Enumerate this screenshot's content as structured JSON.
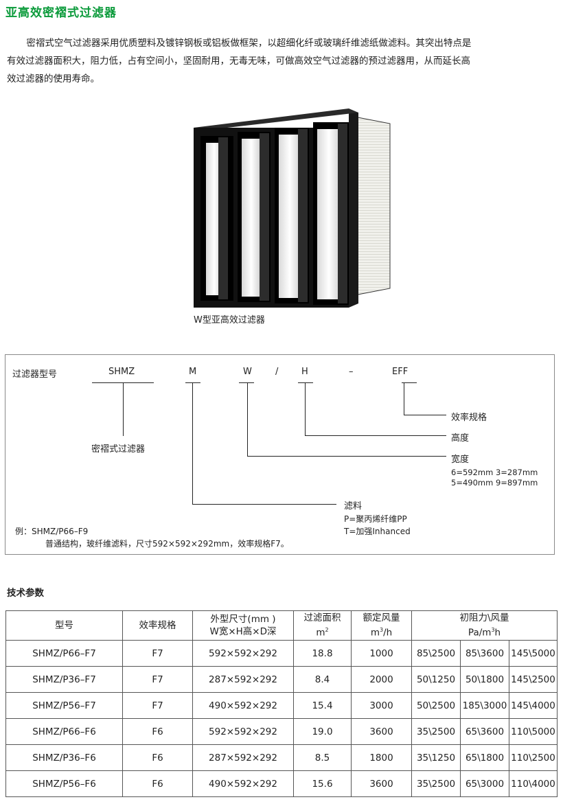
{
  "title": "亚高效密褶式过滤器",
  "intro": {
    "line1": "密褶式空气过滤器采用优质塑料及镀锌钢板或铝板做框架，以超细化纤或玻璃纤维滤纸做滤料。其突出特点是",
    "line2": "有效过滤器面积大，阻力低，占有空间小，坚固耐用，无毒无味，可做高效空气过滤器的预过滤器用，从而延长高",
    "line3": "效过滤器的使用寿命。"
  },
  "image_caption": "W型亚高效过滤器",
  "code_diagram": {
    "label_model": "过滤器型号",
    "codes": [
      "SHMZ",
      "M",
      "W",
      "/",
      "H",
      "–",
      "EFF"
    ],
    "desc_series": "密褶式过滤器",
    "desc_eff": "效率规格",
    "desc_height": "高度",
    "desc_width": "宽度",
    "width_line1": "6=592mm  3=287mm",
    "width_line2": "5=490mm  9=897mm",
    "desc_media": "滤料",
    "media_line1": "P=聚丙烯纤维PP",
    "media_line2": "T=加强Inhanced",
    "example_line1": "例：SHMZ/P66–F9",
    "example_line2": "普通结构，玻纤维滤料，尺寸592×592×292mm，效率规格F7。"
  },
  "spec": {
    "title": "技术参数",
    "headers": {
      "model": "型号",
      "eff": "效率规格",
      "size_line1": "外型尺寸(mm )",
      "size_line2": "W宽×H高×D深",
      "area_line1": "过滤面积",
      "area_unit": "m",
      "area_sup": "2",
      "flow_line1": "额定风量",
      "flow_unit_a": "m",
      "flow_sup": "3",
      "flow_unit_b": "/h",
      "res_line1": "初阻力\\风量",
      "res_unit_a": "Pa/m",
      "res_sup": "3",
      "res_unit_b": "h"
    },
    "rows": [
      {
        "model": "SHMZ/P66–F7",
        "eff": "F7",
        "size": "592×592×292",
        "area": "18.8",
        "flow": "1000",
        "r1": "85\\2500",
        "r2": "85\\3600",
        "r3": "145\\5000"
      },
      {
        "model": "SHMZ/P36–F7",
        "eff": "F7",
        "size": "287×592×292",
        "area": "8.4",
        "flow": "2000",
        "r1": "50\\1250",
        "r2": "50\\1800",
        "r3": "145\\2500"
      },
      {
        "model": "SHMZ/P56–F7",
        "eff": "F7",
        "size": "490×592×292",
        "area": "15.4",
        "flow": "3000",
        "r1": "50\\2500",
        "r2": "185\\3000",
        "r3": "145\\4000"
      },
      {
        "model": "SHMZ/P66–F6",
        "eff": "F6",
        "size": "592×592×292",
        "area": "19.0",
        "flow": "3600",
        "r1": "35\\2500",
        "r2": "65\\3600",
        "r3": "110\\5000"
      },
      {
        "model": "SHMZ/P36–F6",
        "eff": "F6",
        "size": "287×592×292",
        "area": "8.5",
        "flow": "1800",
        "r1": "35\\1250",
        "r2": "65\\1800",
        "r3": "110\\2500"
      },
      {
        "model": "SHMZ/P56–F6",
        "eff": "F6",
        "size": "490×592×292",
        "area": "15.6",
        "flow": "3600",
        "r1": "35\\2500",
        "r2": "65\\3000",
        "r3": "110\\4000"
      }
    ]
  }
}
